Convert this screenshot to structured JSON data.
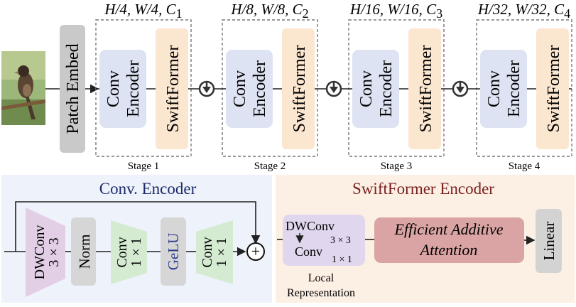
{
  "top": {
    "patch_embed": "Patch Embed",
    "conv_encoder_line1": "Conv",
    "conv_encoder_line2": "Encoder",
    "swiftformer": "SwiftFormer",
    "stages": [
      {
        "label": "Stage  1",
        "dims": {
          "h": "H/4",
          "w": "W/4",
          "c": "C",
          "sub": "1"
        }
      },
      {
        "label": "Stage 2",
        "dims": {
          "h": "H/8",
          "w": "W/8",
          "c": "C",
          "sub": "2"
        }
      },
      {
        "label": "Stage 3",
        "dims": {
          "h": "H/16",
          "w": "W/16",
          "c": "C",
          "sub": "3"
        }
      },
      {
        "label": "Stage 4",
        "dims": {
          "h": "H/32",
          "w": "W/32",
          "c": "C",
          "sub": "4"
        }
      }
    ]
  },
  "conv_panel": {
    "title": "Conv. Encoder",
    "dwconv_line1": "DWConv",
    "dwconv_line2": "3 × 3",
    "norm": "Norm",
    "conv_line1": "Conv",
    "conv_line2": "1 × 1",
    "gelu": "GeLU",
    "plus": "+"
  },
  "swift_panel": {
    "title": "SwiftFormer Encoder",
    "dwconv": "DWConv",
    "dwconv_kernel": "3 × 3",
    "conv": "Conv",
    "conv_kernel": "1 × 1",
    "local_line1": "Local",
    "local_line2": "Representation",
    "efficient_line1": "Efficient Additive",
    "efficient_line2": "Attention",
    "linear": "Linear"
  },
  "colors": {
    "conv_block": "#dde3f3",
    "swift_block": "#fbe6d0",
    "patch_embed": "#c9c9c9",
    "conv_panel_bg": "#eef3fb",
    "swift_panel_bg": "#fcefe4",
    "dwconv_trap": "#e2cfe6",
    "conv11_trap": "#d4ebd2",
    "local_box": "#e0d6ee",
    "attention_box": "#d9a4a3",
    "linear_box": "#d3d3d3",
    "conv_title": "#1c2a6b",
    "swift_title": "#7a1e1e",
    "gelu_text": "#2c3c8c"
  }
}
